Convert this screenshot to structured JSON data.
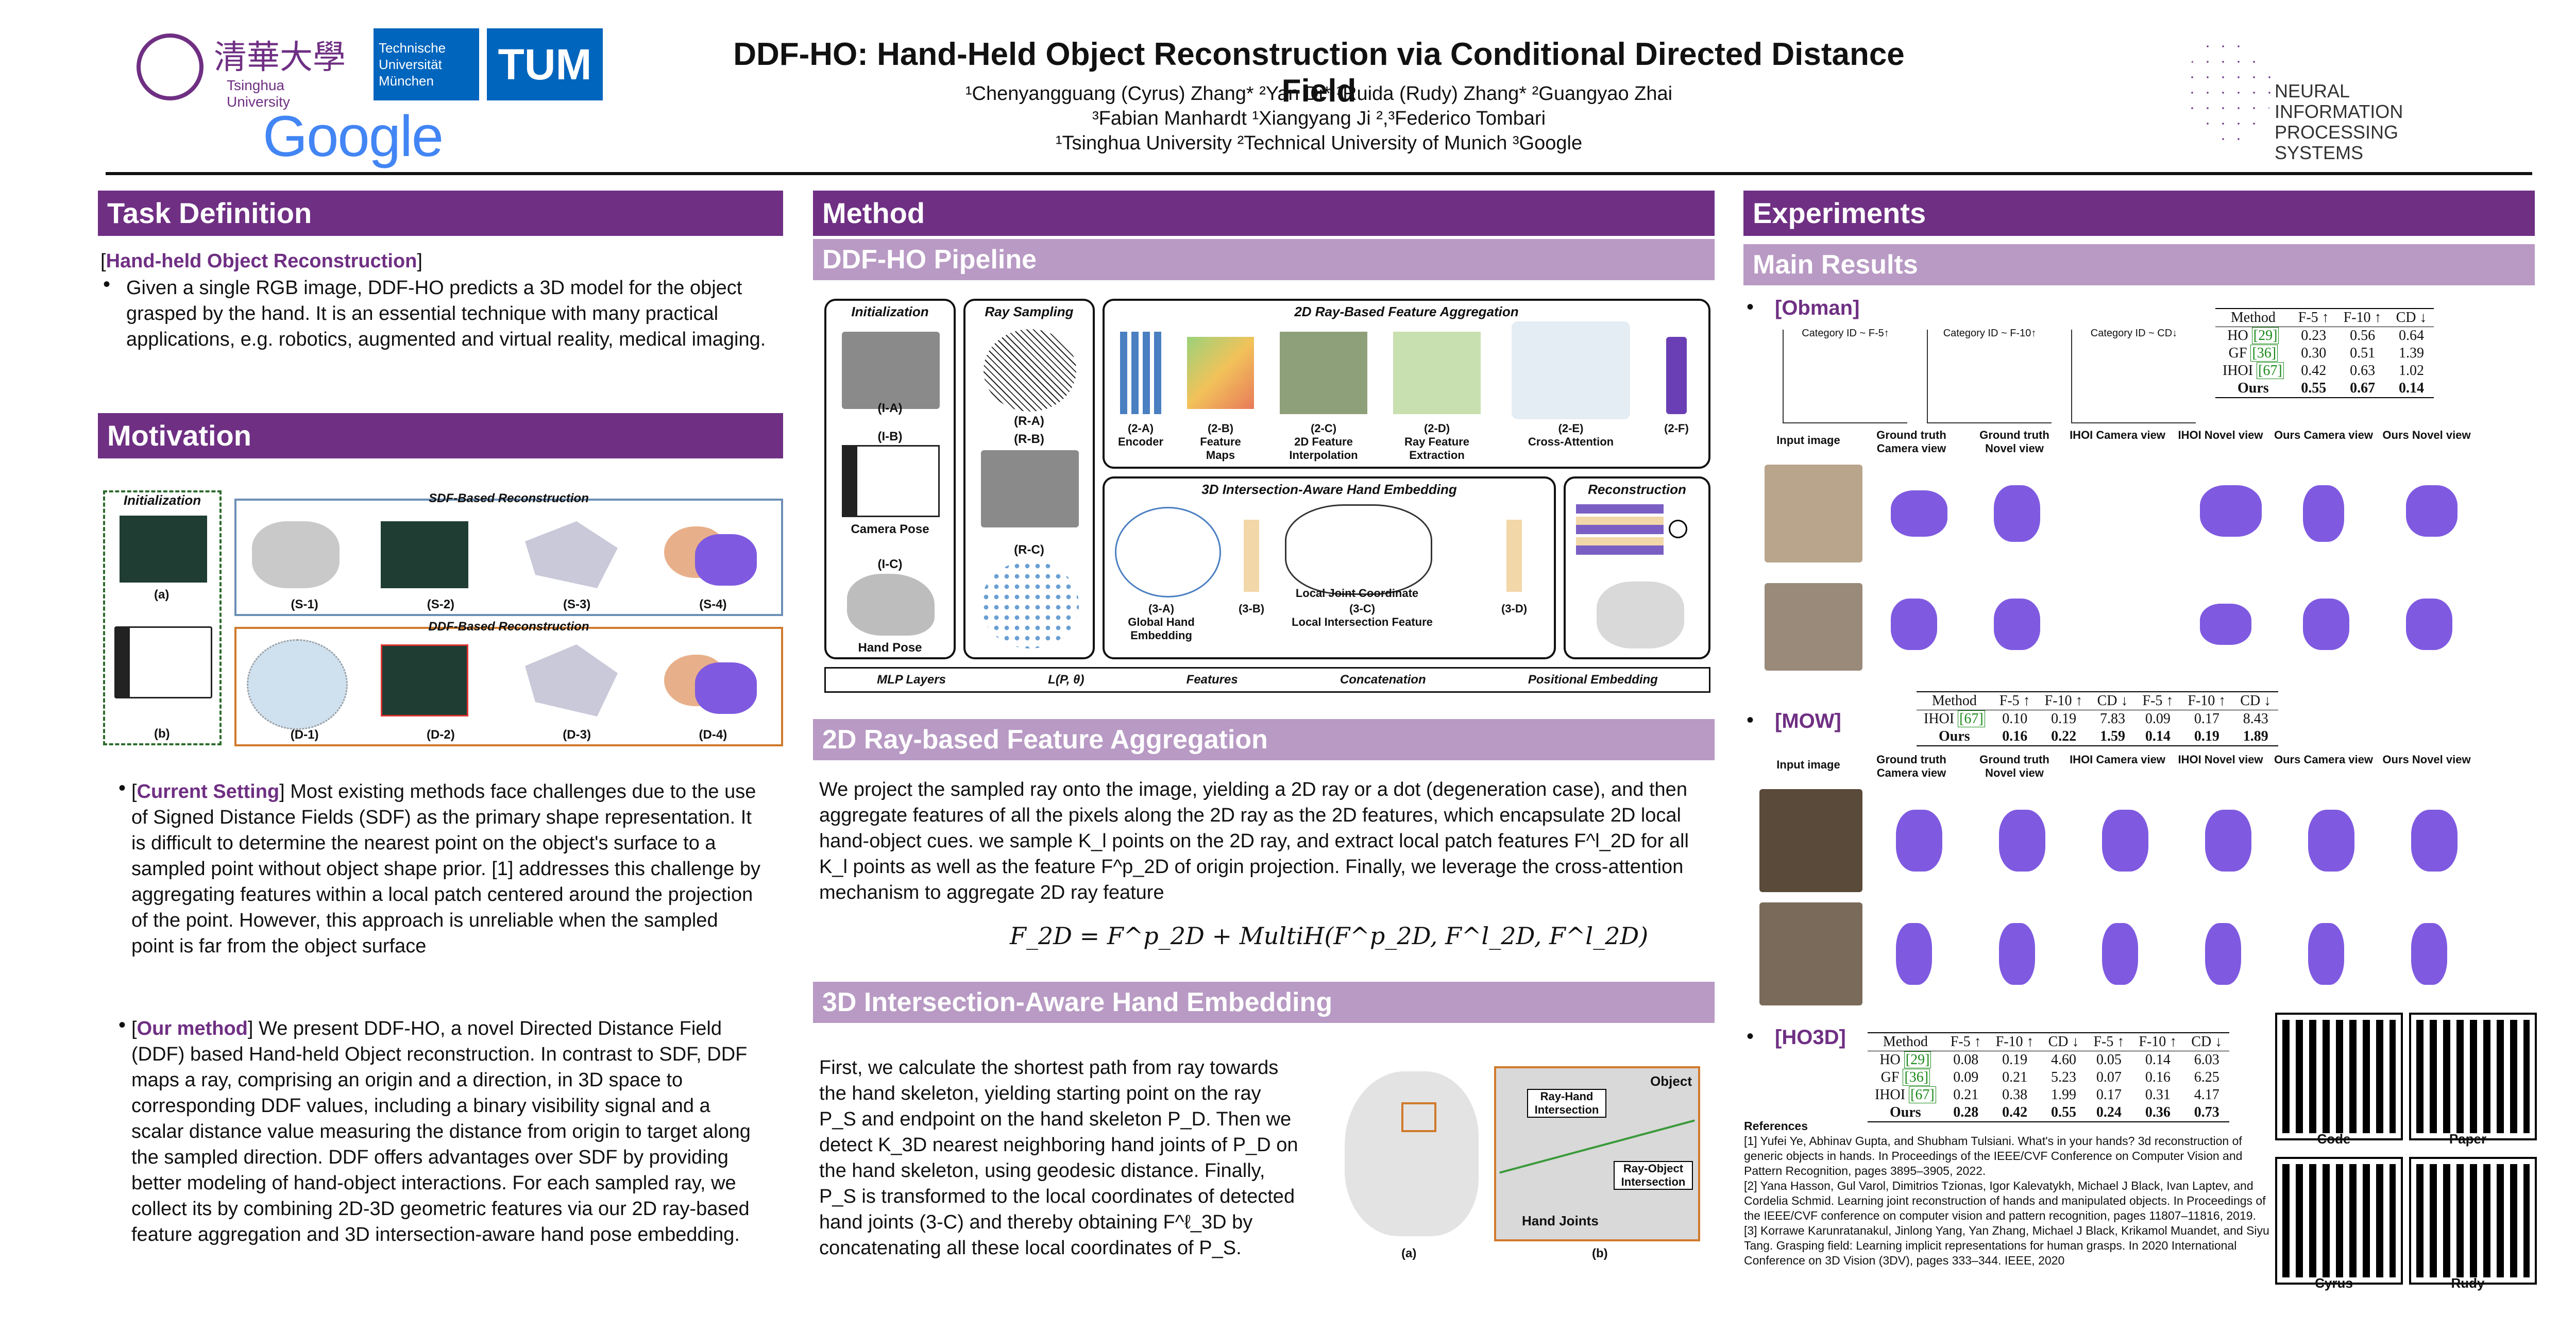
{
  "header": {
    "title": "DDF-HO: Hand-Held Object Reconstruction via Conditional Directed Distance Field",
    "authors_line1": "¹Chenyangguang (Cyrus) Zhang* ²Yan Di* ¹Ruida (Rudy) Zhang* ²Guangyao Zhai",
    "authors_line2": "³Fabian Manhardt ¹Xiangyang Ji ²,³Federico Tombari",
    "affiliations": "¹Tsinghua University ²Technical University of Munich ³Google",
    "logo_tsinghua_cn": "清華大學",
    "logo_tsinghua_en": "Tsinghua University",
    "logo_tum_text": "Technische Universität München",
    "logo_tum_mark": "TUM",
    "logo_google": "Google",
    "logo_neurips": "NEURAL INFORMATION PROCESSING SYSTEMS"
  },
  "task": {
    "heading": "Task Definition",
    "tag": "Hand-held Object Reconstruction",
    "text": "Given a single RGB image, DDF-HO predicts a 3D model for the object grasped by the hand. It is an essential technique with many practical applications, e.g. robotics, augmented and virtual reality, medical imaging."
  },
  "motivation": {
    "heading": "Motivation",
    "fig_init": "Initialization",
    "fig_sdf": "SDF-Based Reconstruction",
    "fig_ddf": "DDF-Based Reconstruction",
    "labels_sdf": [
      "(S-1)",
      "(S-2)",
      "(S-3)",
      "(S-4)"
    ],
    "labels_ddf": [
      "(D-1)",
      "(D-2)",
      "(D-3)",
      "(D-4)"
    ],
    "label_a": "(a)",
    "label_b": "(b)",
    "current_tag": "Current Setting",
    "current_text": " Most existing methods face challenges due to the use of Signed Distance Fields (SDF) as the primary shape representation. It is difficult to determine the nearest point on the object's surface to a sampled point without object shape prior. [1] addresses this challenge by aggregating features within a local patch centered around the projection of the point. However, this approach is unreliable when the sampled point is far from the object surface",
    "ours_tag": "Our method",
    "ours_text": " We present DDF-HO, a novel Directed Distance Field (DDF) based Hand-held Object reconstruction. In contrast to SDF, DDF maps a ray, comprising an origin and a direction, in 3D space to corresponding DDF values, including a binary visibility signal and a scalar distance value measuring the distance from origin to target along the sampled direction. DDF offers advantages over SDF by providing better modeling of hand-object interactions. For each sampled ray, we collect its by combining 2D-3D geometric features via our 2D ray-based feature aggregation and 3D intersection-aware hand pose embedding."
  },
  "method": {
    "heading": "Method",
    "pipeline_heading": "DDF-HO Pipeline",
    "panel_init": "Initialization",
    "panel_ray": "Ray Sampling",
    "panel_2d": "2D Ray-Based Feature Aggregation",
    "panel_3d": "3D Intersection-Aware Hand Embedding",
    "panel_recon": "Reconstruction",
    "init_labels": [
      "(I-A)",
      "(I-B)",
      "Camera Pose",
      "(I-C)",
      "Hand Pose"
    ],
    "ray_labels": [
      "(R-A)",
      "(R-B)",
      "(R-C)"
    ],
    "agg_labels": [
      "(2-A)\nEncoder",
      "(2-B)\nFeature Maps",
      "(2-C)\n2D Feature Interpolation",
      "(2-D)\nRay Feature Extraction",
      "(2-E)\nCross-Attention",
      "(2-F)"
    ],
    "emb_labels": [
      "(3-A)\nGlobal Hand Embedding",
      "(3-B)",
      "Local Joint Coordinate",
      "(3-C)\nLocal Intersection Feature",
      "(3-D)"
    ],
    "legend": [
      "MLP Layers",
      "L(P, θ)",
      "Features",
      "Concatenation",
      "Positional Embedding"
    ],
    "ray_heading": "2D Ray-based Feature Aggregation",
    "ray_text": "We project the sampled ray onto the image, yielding a 2D ray or a dot (degeneration case), and then aggregate features of all the pixels along the 2D ray as the 2D features, which encapsulate 2D local hand-object cues. we sample K_l points on the 2D ray, and extract local patch features F^l_2D for all K_l points as well as the feature F^p_2D of origin projection. Finally, we leverage the cross-attention mechanism to aggregate 2D ray feature",
    "equation": "F_2D = F^p_2D + MultiH(F^p_2D, F^l_2D, F^l_2D)",
    "emb_heading": "3D Intersection-Aware Hand Embedding",
    "emb_text": "First, we calculate the shortest path from ray towards the hand skeleton, yielding starting point on the ray P_S and endpoint on the hand skeleton P_D. Then we detect K_3D nearest neighboring hand joints of P_D on the hand skeleton, using geodesic distance. Finally, P_S is transformed to the local coordinates of detected hand joints (3-C) and thereby obtaining F^ℓ_3D by concatenating all these local coordinates of P_S.",
    "emb_fig_labels": [
      "Object",
      "Ray-Hand Intersection",
      "Ray-Object Intersection",
      "Hand Joints",
      "(a)",
      "(b)"
    ]
  },
  "experiments": {
    "heading": "Experiments",
    "main_heading": "Main Results",
    "obman_tag": "[Obman]",
    "mow_tag": "[MOW]",
    "ho3d_tag": "[HO3D]",
    "mini_chart_titles": [
      "Category ID ~ F-5↑",
      "Category ID ~ F-10↑",
      "Category ID ~ CD↓"
    ],
    "col_headers": [
      "Input image",
      "Ground truth Camera view",
      "Ground truth Novel view",
      "IHOI Camera view",
      "IHOI Novel view",
      "Ours Camera view",
      "Ours Novel view"
    ],
    "obman_table": {
      "header": [
        "Method",
        "F-5 ↑",
        "F-10 ↑",
        "CD ↓"
      ],
      "rows": [
        [
          "HO",
          "[29]",
          "0.23",
          "0.56",
          "0.64"
        ],
        [
          "GF",
          "[36]",
          "0.30",
          "0.51",
          "1.39"
        ],
        [
          "IHOI",
          "[67]",
          "0.42",
          "0.63",
          "1.02"
        ]
      ],
      "ours": [
        "Ours",
        "0.55",
        "0.67",
        "0.14"
      ]
    },
    "mow_table": {
      "header": [
        "Method",
        "F-5 ↑",
        "F-10 ↑",
        "CD ↓",
        "F-5 ↑",
        "F-10 ↑",
        "CD ↓"
      ],
      "rows": [
        [
          "IHOI",
          "[67]",
          "0.10",
          "0.19",
          "7.83",
          "0.09",
          "0.17",
          "8.43"
        ]
      ],
      "ours": [
        "Ours",
        "0.16",
        "0.22",
        "1.59",
        "0.14",
        "0.19",
        "1.89"
      ]
    },
    "ho3d_table": {
      "header": [
        "Method",
        "F-5 ↑",
        "F-10 ↑",
        "CD ↓",
        "F-5 ↑",
        "F-10 ↑",
        "CD ↓"
      ],
      "rows": [
        [
          "HO",
          "[29]",
          "0.08",
          "0.19",
          "4.60",
          "0.05",
          "0.14",
          "6.03"
        ],
        [
          "GF",
          "[36]",
          "0.09",
          "0.21",
          "5.23",
          "0.07",
          "0.16",
          "6.25"
        ],
        [
          "IHOI",
          "[67]",
          "0.21",
          "0.38",
          "1.99",
          "0.17",
          "0.31",
          "4.17"
        ]
      ],
      "ours": [
        "Ours",
        "0.28",
        "0.42",
        "0.55",
        "0.24",
        "0.36",
        "0.73"
      ]
    },
    "qr_labels": [
      "Code",
      "Paper",
      "Cyrus",
      "Rudy"
    ],
    "refs_title": "References",
    "refs": [
      "[1] Yufei Ye, Abhinav Gupta, and Shubham Tulsiani. What's in your hands? 3d reconstruction of generic objects in hands. In Proceedings of the IEEE/CVF Conference on Computer Vision and Pattern Recognition, pages 3895–3905, 2022.",
      "[2] Yana Hasson, Gul Varol, Dimitrios Tzionas, Igor Kalevatykh, Michael J Black, Ivan Laptev, and Cordelia Schmid. Learning joint reconstruction of hands and manipulated objects. In Proceedings of the IEEE/CVF conference on computer vision and pattern recognition, pages 11807–11816, 2019.",
      "[3] Korrawe Karunratanakul, Jinlong Yang, Yan Zhang, Michael J Black, Krikamol Muandet, and Siyu Tang. Grasping field: Learning implicit representations for human grasps. In 2020 International Conference on 3D Vision (3DV), pages 333–344. IEEE, 2020"
    ]
  },
  "colors": {
    "accent": "#6f2f83",
    "sub": "#b89ac4",
    "obj": "#7f5ae0",
    "hand": "#e8b08a"
  }
}
